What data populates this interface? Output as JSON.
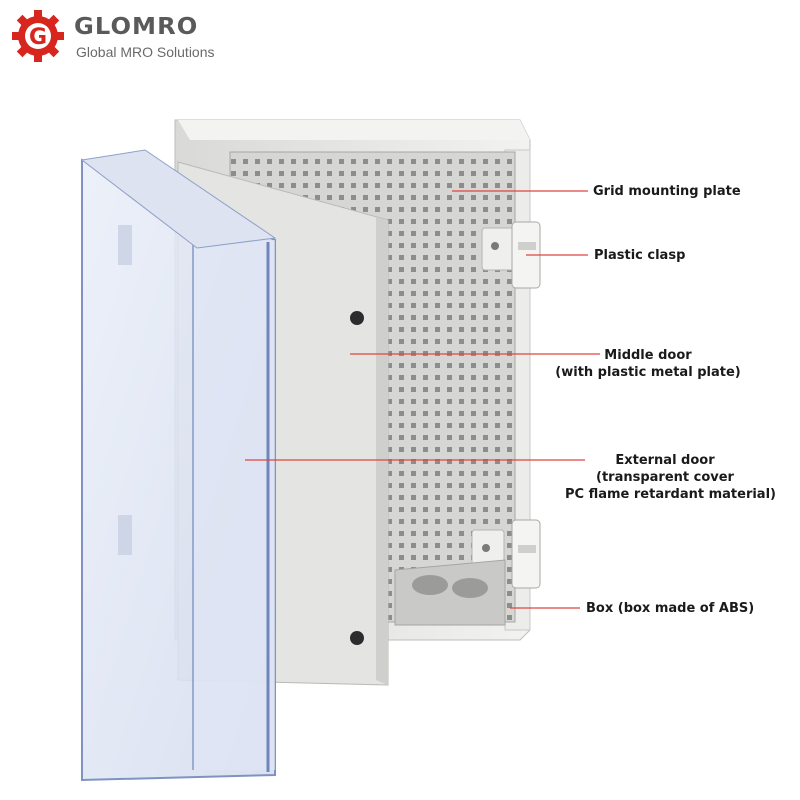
{
  "brand": {
    "name": "GLOMRO",
    "tagline": "Global MRO Solutions",
    "logo_letter": "G",
    "colors": {
      "red": "#d7261e",
      "gray": "#5a5a5a"
    }
  },
  "callouts": {
    "grid_plate": "Grid mounting plate",
    "clasp": "Plastic clasp",
    "middle_door": {
      "line1": "Middle door",
      "line2": "(with plastic metal plate)"
    },
    "external_door": {
      "line1": "External door",
      "line2": "(transparent cover",
      "line3": "PC flame retardant material)"
    },
    "box": "Box (box made of ABS)"
  },
  "colors": {
    "leader_line": "#e0463c",
    "enclosure": "#e8e8e6",
    "panel": "#dcdcda",
    "glass_edge": "#8fa0c8"
  }
}
